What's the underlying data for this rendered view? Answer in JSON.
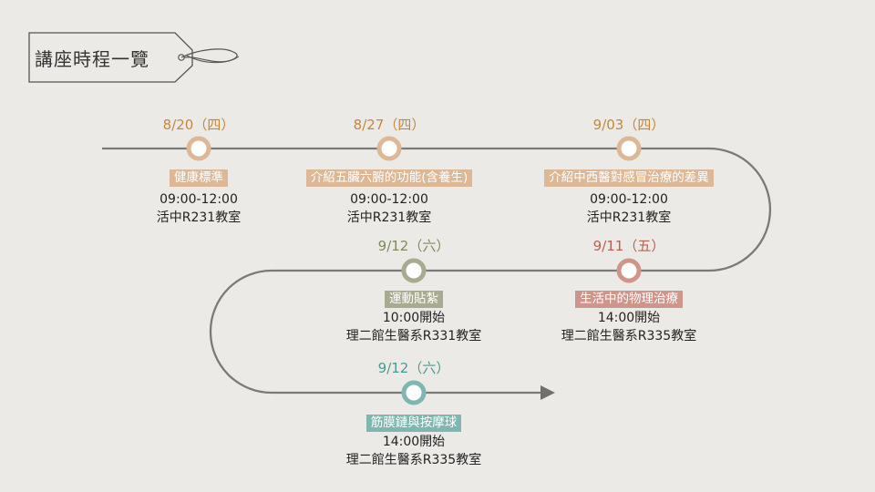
{
  "header": {
    "title": "講座時程一覽"
  },
  "colors": {
    "track": "#7a7a78",
    "peach": "#dcb896",
    "peach_text": "#c4873e",
    "olive": "#a9ab90",
    "olive_text": "#7e8b5c",
    "rose": "#cf948a",
    "rose_text": "#b86152",
    "teal": "#7fb7b0",
    "teal_text": "#4a9a92"
  },
  "events": [
    {
      "date": "8/20（四）",
      "title": "健康標準",
      "time": "09:00-12:00",
      "location": "活中R231教室",
      "color": "peach"
    },
    {
      "date": "8/27（四）",
      "title": "介紹五臟六腑的功能(含養生)",
      "time": "09:00-12:00",
      "location": "活中R231教室",
      "color": "peach"
    },
    {
      "date": "9/03（四）",
      "title": "介紹中西醫對感冒治療的差異",
      "time": "09:00-12:00",
      "location": "活中R231教室",
      "color": "peach"
    },
    {
      "date": "9/11（五）",
      "title": "生活中的物理治療",
      "time": "14:00開始",
      "location": "理二館生醫系R335教室",
      "color": "rose"
    },
    {
      "date": "9/12（六）",
      "title": "運動貼紮",
      "time": "10:00開始",
      "location": "理二館生醫系R331教室",
      "color": "olive"
    },
    {
      "date": "9/12（六）",
      "title": "筋膜鏈與按摩球",
      "time": "14:00開始",
      "location": "理二館生醫系R335教室",
      "color": "teal"
    }
  ]
}
